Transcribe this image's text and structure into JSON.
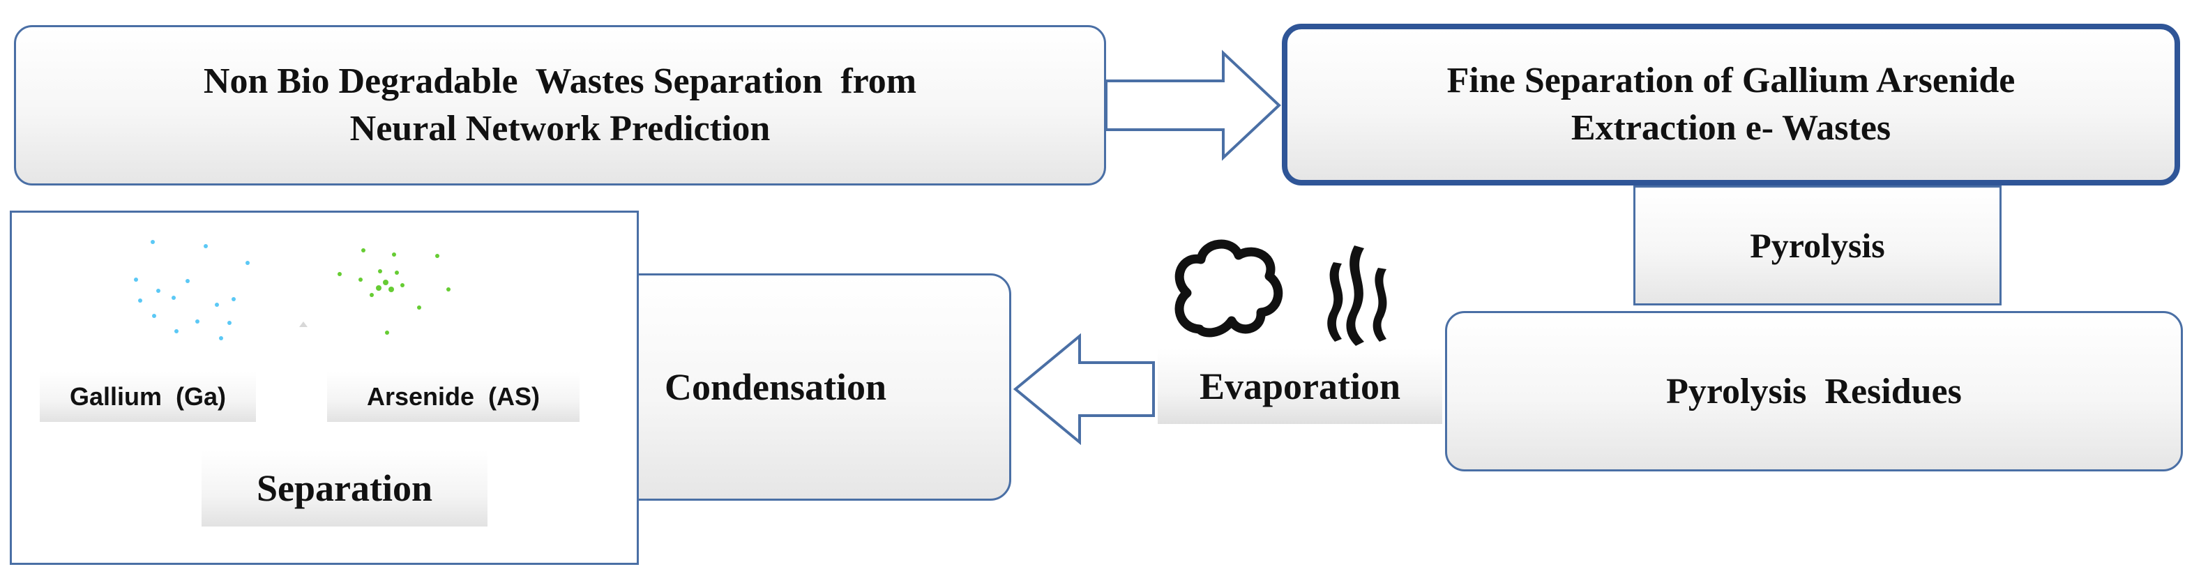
{
  "nodes": {
    "nonbio": {
      "line1": "Non Bio Degradable  Wastes Separation  from",
      "line2": "Neural Network Prediction"
    },
    "fine": {
      "line1": "Fine Separation of Gallium Arsenide",
      "line2": "Extraction e- Wastes"
    },
    "pyrolysis": "Pyrolysis",
    "residues": "Pyrolysis  Residues",
    "evaporation": "Evaporation",
    "condensation": "Condensation",
    "separation": {
      "gallium": "Gallium  (Ga)",
      "arsenide": "Arsenide  (AS)",
      "title": "Separation"
    }
  },
  "colors": {
    "border": "#4a6fa5",
    "highlight_border": "#2f5597",
    "gallium_dots": "#5bc8f5",
    "arsenide_dots": "#66cc33",
    "icon": "#111111"
  },
  "icons": [
    "cloud-icon",
    "steam-icon",
    "right-arrow",
    "left-arrow"
  ]
}
